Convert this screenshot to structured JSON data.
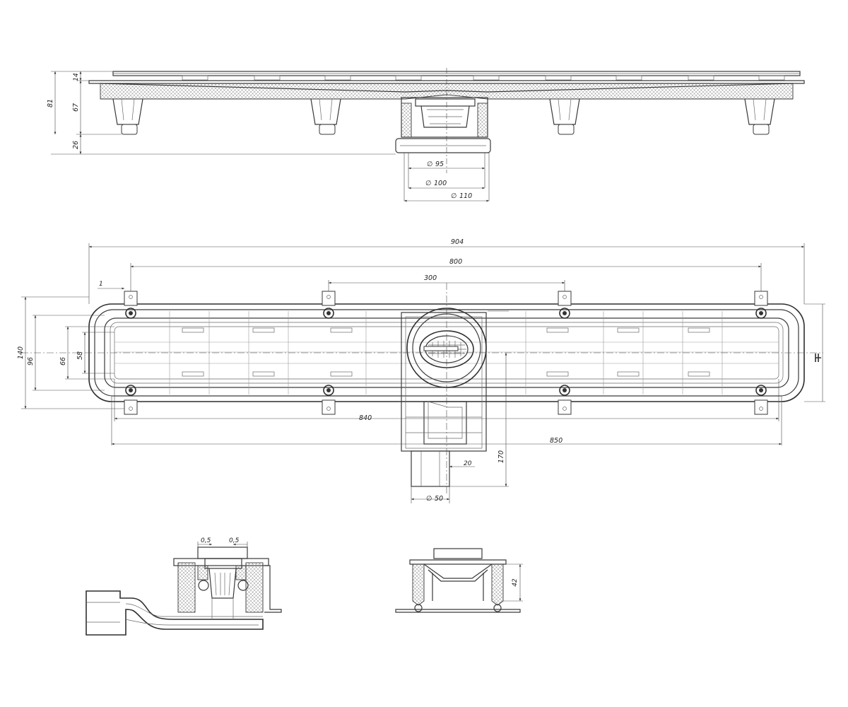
{
  "palette": {
    "line": "#3a3a3a",
    "background": "#ffffff"
  },
  "side_view": {
    "dims_vertical": [
      "81",
      "14",
      "67",
      "26"
    ],
    "diameters": [
      "95",
      "100",
      "110"
    ]
  },
  "plan_view": {
    "dims_horizontal": [
      "904",
      "800",
      "300",
      "1",
      "840",
      "850",
      "20"
    ],
    "dims_vertical": [
      "140",
      "96",
      "66",
      "58",
      "170"
    ],
    "outlet_diameter": "50"
  },
  "section_a": {
    "dims": [
      "0,5",
      "0,5"
    ]
  },
  "section_b": {
    "dims": [
      "42"
    ]
  },
  "symbols": {
    "diameter": "∅"
  }
}
